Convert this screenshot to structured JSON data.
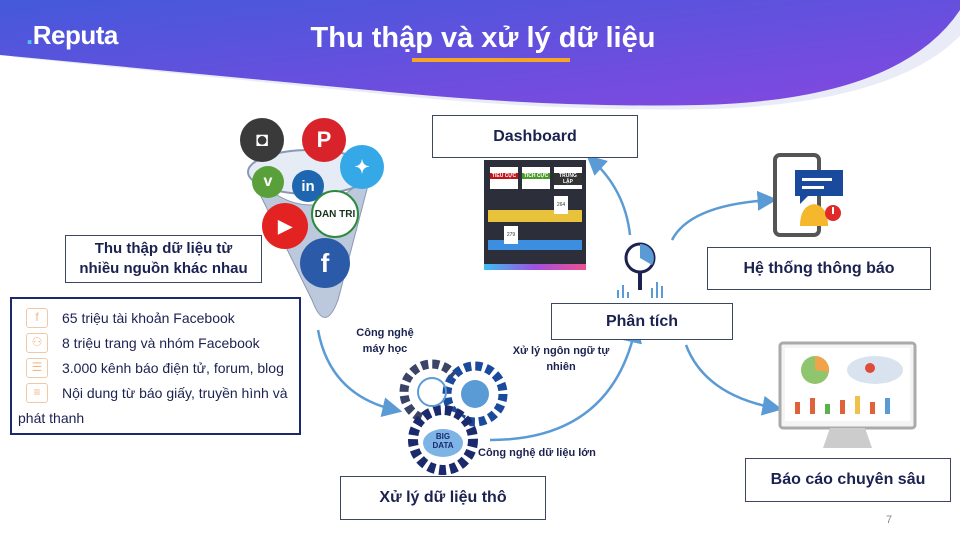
{
  "header": {
    "logo": "Reputa",
    "title": "Thu thập và xử lý dữ liệu"
  },
  "sources": {
    "box_label": "Thu thập dữ liệu từ nhiều nguồn khác nhau",
    "icons": [
      "instagram-icon",
      "pinterest-icon",
      "twitter-icon",
      "vimeo-icon",
      "linkedin-icon",
      "youtube-icon",
      "dantri-icon",
      "facebook-icon"
    ],
    "dantri": "DAN TRI"
  },
  "stats": [
    {
      "icon": "facebook-icon",
      "text": "65 triệu tài khoản Facebook"
    },
    {
      "icon": "network-icon",
      "text": "8 triệu trang và nhóm Facebook"
    },
    {
      "icon": "chat-icon",
      "text": "3.000 kênh báo điện tử, forum, blog"
    },
    {
      "icon": "newspaper-icon",
      "text": "Nội dung từ báo giấy, truyền hình và"
    },
    {
      "icon": "",
      "text": "phát thanh"
    }
  ],
  "process": {
    "ml": "Công nghệ máy học",
    "nlp": "Xử lý ngôn ngữ tự nhiên",
    "bigdata": "Công nghệ dữ liệu lớn",
    "big": "BIG",
    "data": "DATA",
    "raw": "Xử lý dữ liệu thô"
  },
  "dashboard": {
    "label": "Dashboard",
    "tags": [
      "TIÊU CỰC",
      "TÍCH CỰC",
      "TRUNG LẬP"
    ],
    "values": [
      "264",
      "279"
    ]
  },
  "analysis": {
    "label": "Phân tích"
  },
  "notify": {
    "label": "Hệ thống thông báo"
  },
  "report": {
    "label": "Báo cáo chuyên sâu"
  },
  "page": "7",
  "colors": {
    "header_start": "#4459db",
    "header_end": "#8547e0",
    "arrow": "#5b9bd5",
    "navy": "#1a2a6c",
    "accent": "#f5a623"
  }
}
